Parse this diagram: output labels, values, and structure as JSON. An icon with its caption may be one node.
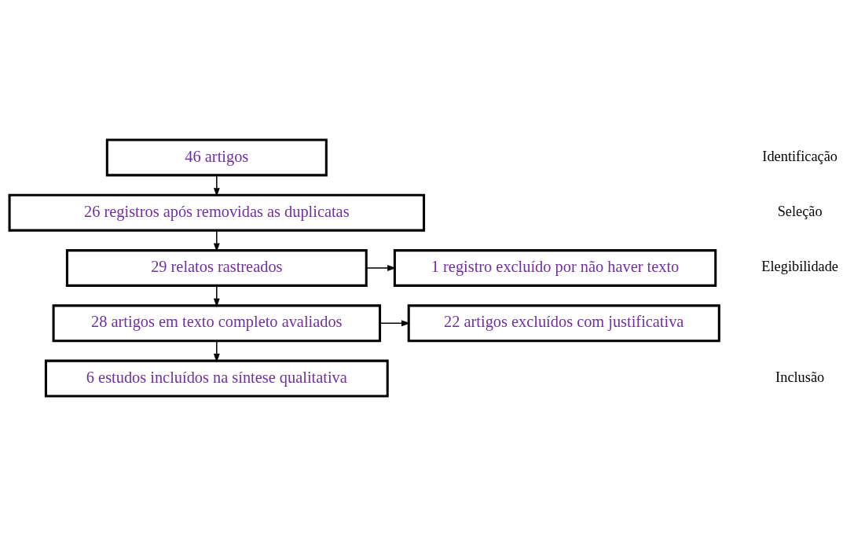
{
  "diagram": {
    "nodes": [
      {
        "text": [
          "46 artigos"
        ]
      },
      {
        "text": [
          "26 registros após removidas as duplicatas"
        ]
      },
      {
        "text": [
          "29 relatos rastreados"
        ]
      },
      {
        "text": [
          "1 registro excluído por não haver texto"
        ]
      },
      {
        "text": [
          "28 artigos em texto completo avaliados"
        ]
      },
      {
        "text": [
          "22 artigos excluídos com justificativa"
        ]
      },
      {
        "text": [
          "6 estudos incluídos na síntese qualitativa"
        ]
      }
    ],
    "edges": [
      {
        "from": 0,
        "to": 1,
        "arrow": "to"
      },
      {
        "from": 1,
        "to": 2,
        "arrow": "to"
      },
      {
        "from": 2,
        "to": 3,
        "arrow": "to"
      },
      {
        "from": 2,
        "to": 4,
        "arrow": "to"
      },
      {
        "from": 4,
        "to": 5,
        "arrow": "to"
      },
      {
        "from": 4,
        "to": 6,
        "arrow": "to"
      }
    ],
    "labels": [
      "Identificação",
      "Seleção",
      "Elegibilidade",
      "Inclusão"
    ]
  }
}
